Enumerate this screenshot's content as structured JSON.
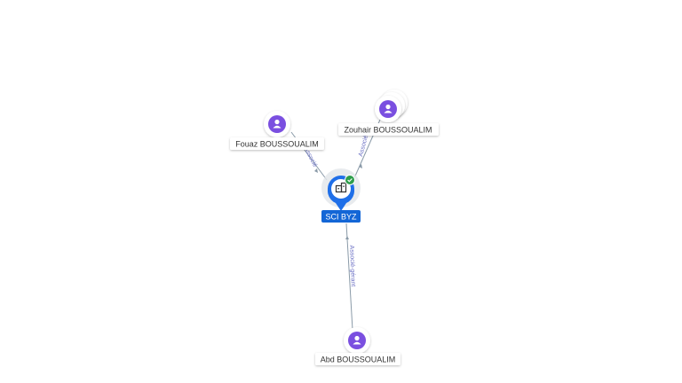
{
  "colors": {
    "person_fill": "#7a4fe0",
    "company_fill": "#1f6fe8",
    "company_label_bg": "#1366d6",
    "verified_badge": "#2e9e4b",
    "edge": "#8a9aa8",
    "edge_label": "#6a6fc4"
  },
  "nodes": {
    "company": {
      "label": "SCI BYZ",
      "icon": "building-icon",
      "badge_icon": "check-icon"
    },
    "fouaz": {
      "label": "Fouaz BOUSSOUALIM",
      "icon": "person-icon"
    },
    "zouhair": {
      "label": "Zouhair BOUSSOUALIM",
      "icon": "person-icon"
    },
    "abd": {
      "label": "Abd BOUSSOUALIM",
      "icon": "person-icon"
    }
  },
  "edges": {
    "fouaz_company": {
      "label": "Associé"
    },
    "zouhair_company": {
      "label": "Associé"
    },
    "abd_company": {
      "label": "Associé-gérant"
    }
  }
}
